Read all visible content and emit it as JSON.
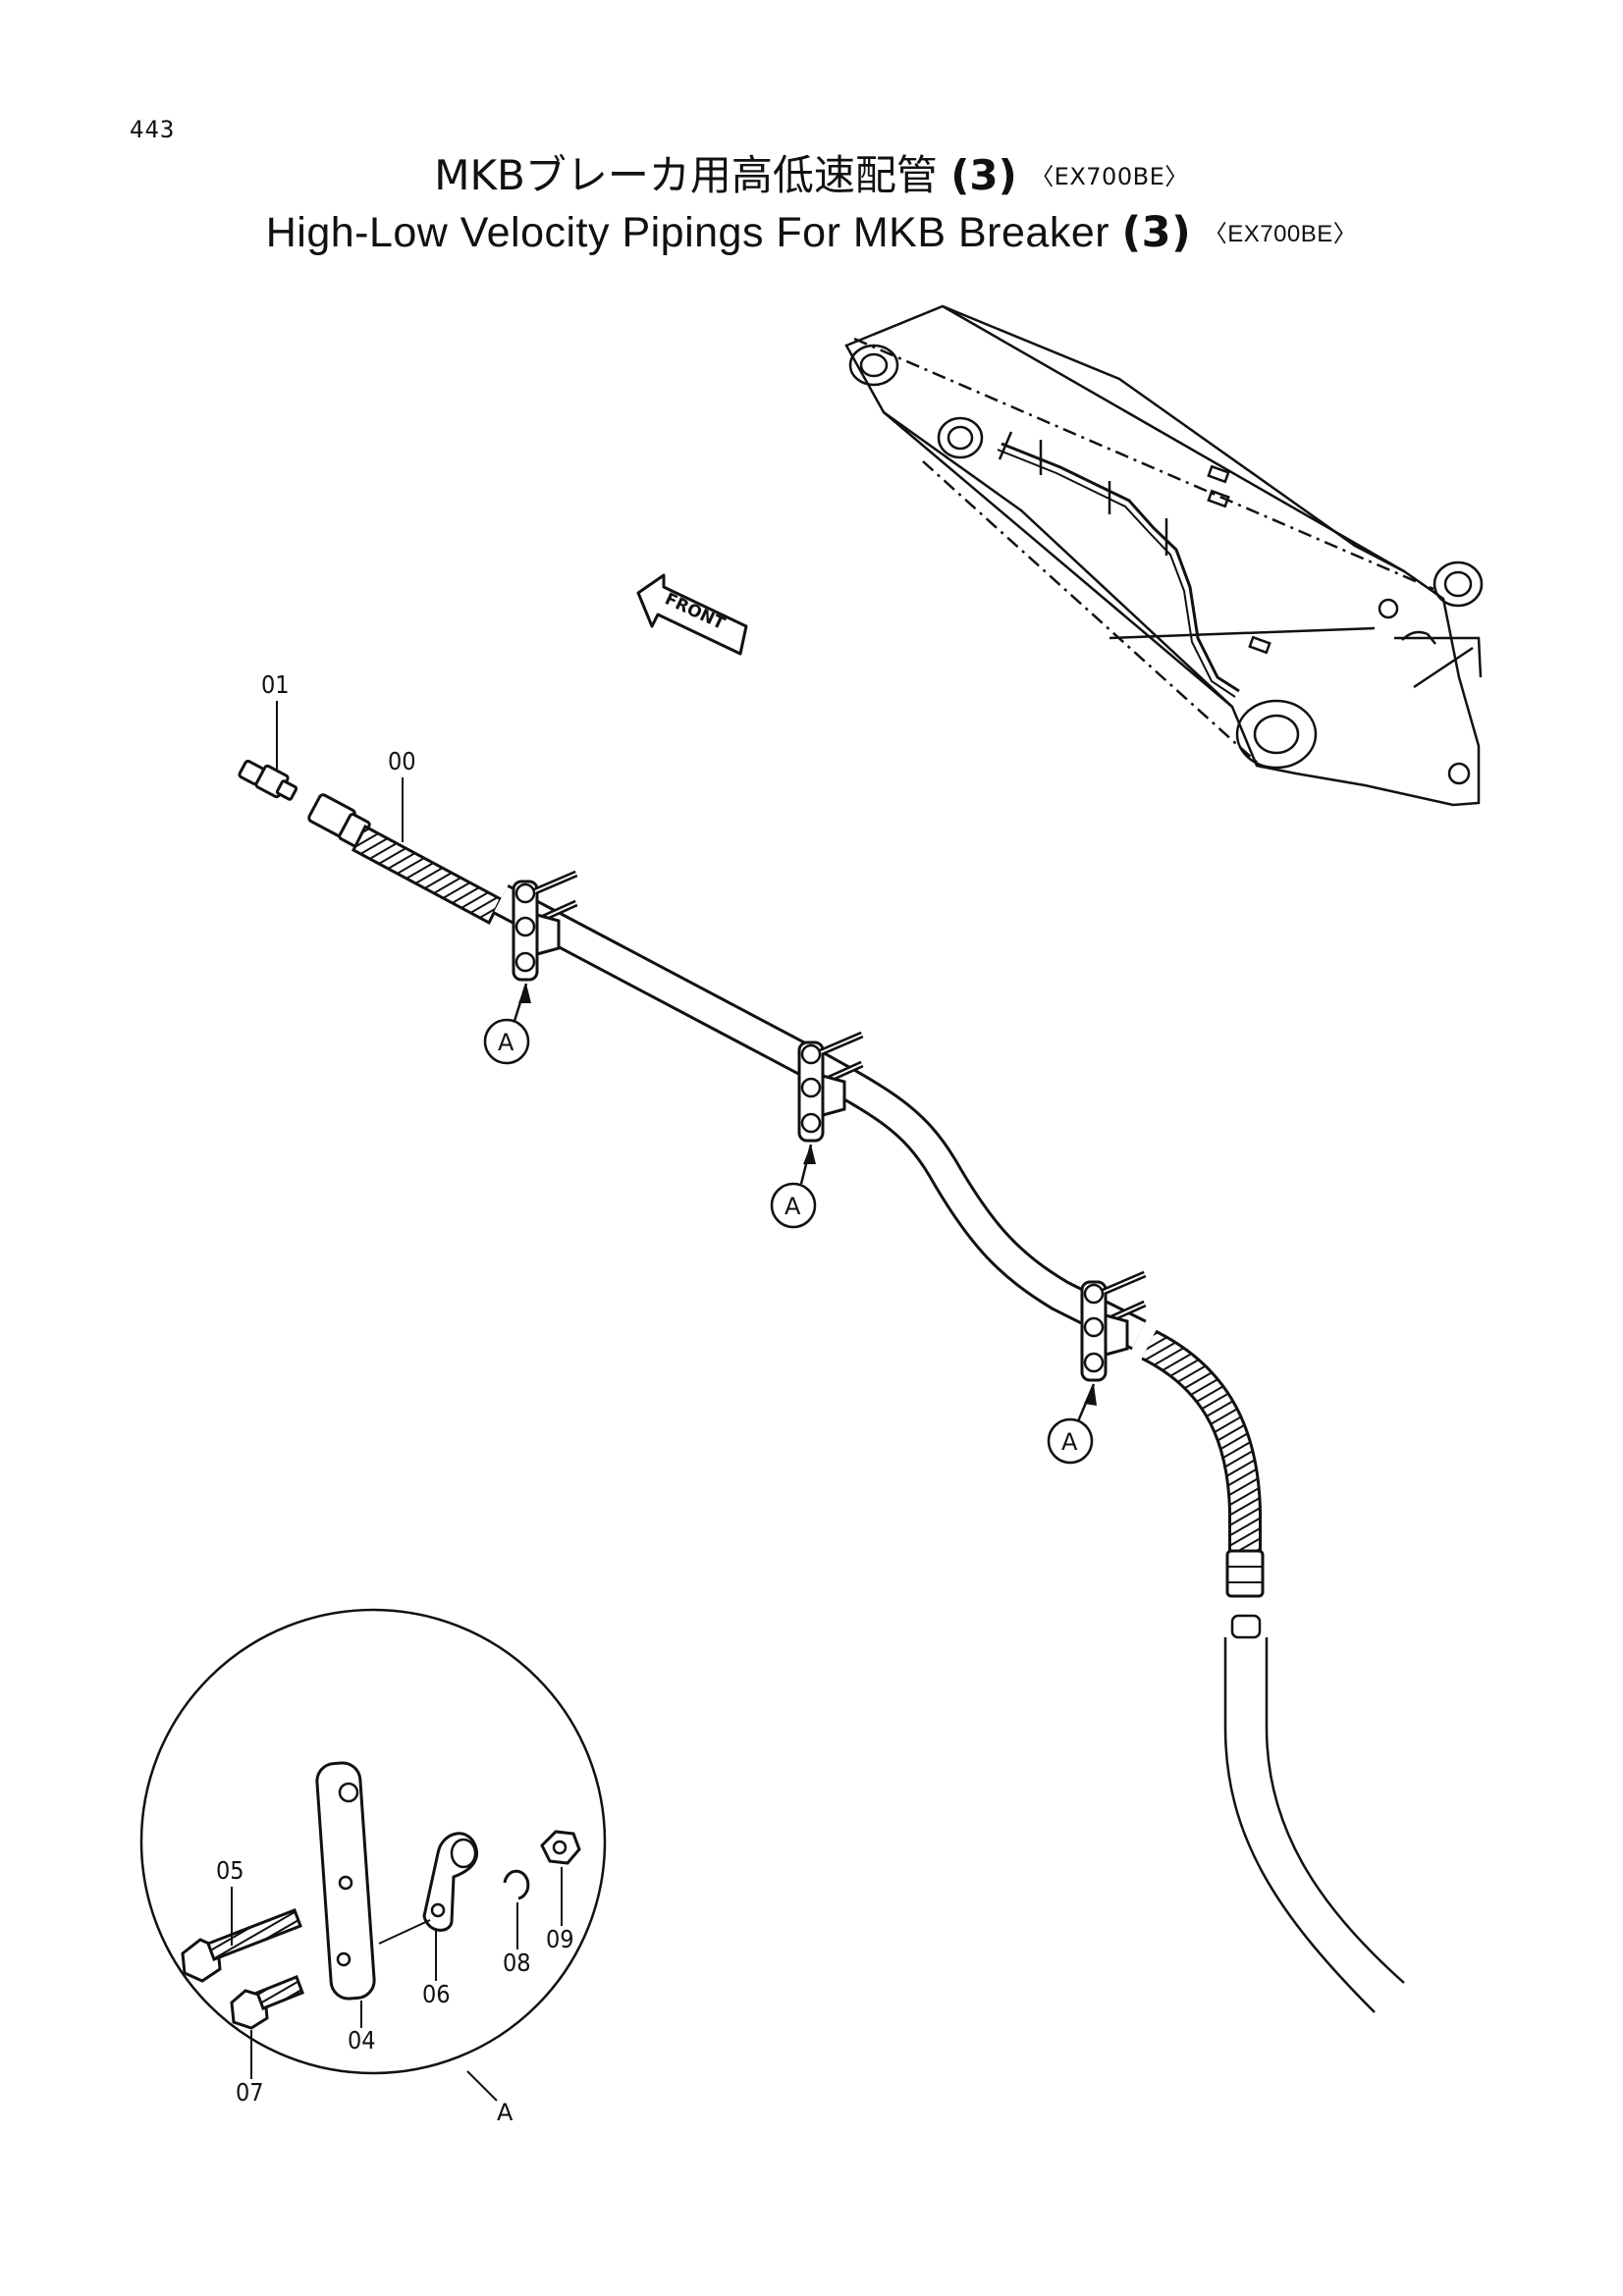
{
  "page": {
    "number": "443",
    "title_ja": {
      "text": "MKBブレーカ用高低速配管",
      "num": "(3)",
      "model": "〈EX700BE〉"
    },
    "title_en": {
      "text": "High-Low Velocity Pipings For MKB Breaker",
      "num": "(3)",
      "model": "〈EX700BE〉"
    }
  },
  "diagram": {
    "front_label": "FRONT",
    "callout_letter": "A",
    "detail_label": "A",
    "parts": [
      "00",
      "01",
      "04",
      "05",
      "06",
      "07",
      "08",
      "09"
    ]
  }
}
